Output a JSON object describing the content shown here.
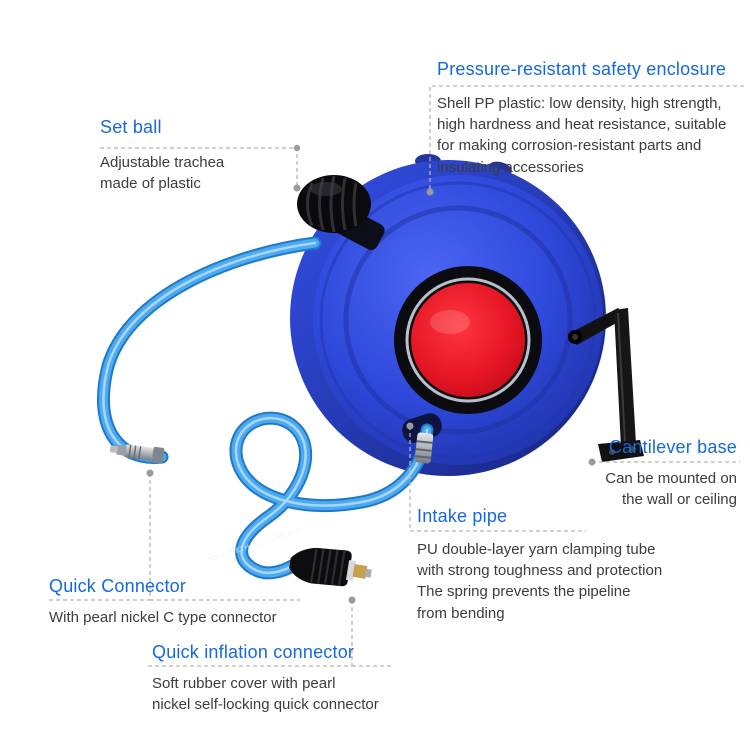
{
  "colors": {
    "accent": "#1668dc",
    "body_text": "#3c3c3c",
    "leader_line": "#b5b5b5",
    "reel_blue": "#2e48da",
    "hub_red": "#e31422",
    "hose_blue": "#55b0f4",
    "background": "#ffffff"
  },
  "product": {
    "name": "Retractable air hose reel",
    "hose_print": "POLYURETHANE TUBE 8X5"
  },
  "annotations": {
    "set_ball": {
      "title": "Set ball",
      "body": "Adjustable trachea\nmade of plastic"
    },
    "enclosure": {
      "title": "Pressure-resistant safety enclosure",
      "body": "Shell PP plastic: low density, high strength,\nhigh hardness and heat resistance, suitable\nfor making corrosion-resistant parts and\ninsulating accessories"
    },
    "cantilever_base": {
      "title": "Cantilever base",
      "body": "Can be mounted on\nthe wall or ceiling"
    },
    "intake_pipe": {
      "title": "Intake pipe",
      "body": "PU double-layer yarn clamping tube\nwith strong toughness and protection\nThe spring prevents the pipeline\nfrom bending"
    },
    "quick_connector": {
      "title": "Quick Connector",
      "body": "With pearl nickel C type connector"
    },
    "quick_inflation_connector": {
      "title": "Quick inflation connector",
      "body": "Soft rubber cover with pearl\nnickel self-locking quick connector"
    }
  }
}
